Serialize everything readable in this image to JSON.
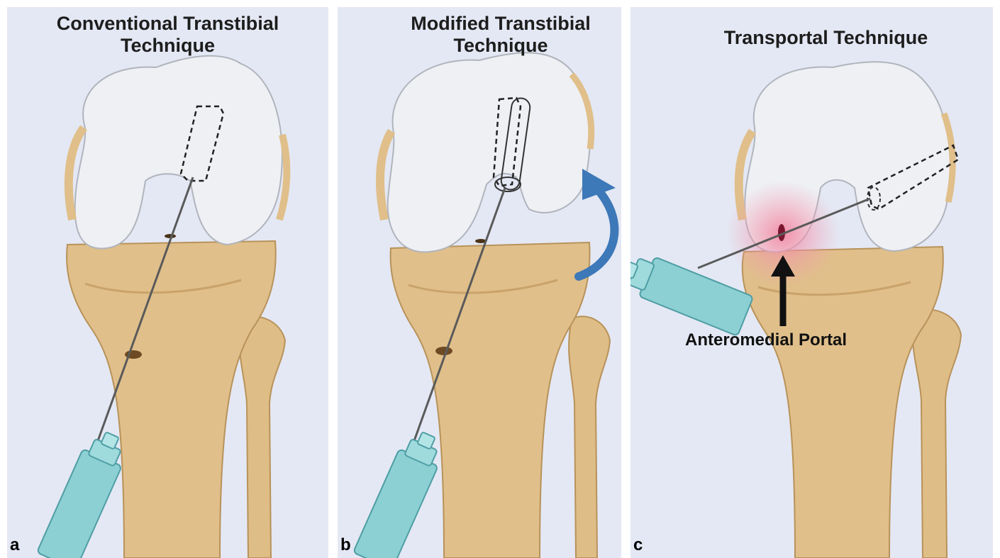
{
  "panels": [
    {
      "letter": "a",
      "title_lines": [
        "Conventional Transtibial",
        "Technique"
      ]
    },
    {
      "letter": "b",
      "title_lines": [
        "Modified Transtibial",
        "Technique"
      ]
    },
    {
      "letter": "c",
      "title_lines": [
        "Transportal Technique"
      ],
      "annotation": "Anteromedial Portal"
    }
  ],
  "colors": {
    "background": "#e4e8f4",
    "femur": "#eef0f4",
    "bone": "#e0bf8a",
    "needle_hub": "#8cd0d4",
    "rotation_arrow": "#3d78b8",
    "portal_glow": "#f2a0b4"
  }
}
